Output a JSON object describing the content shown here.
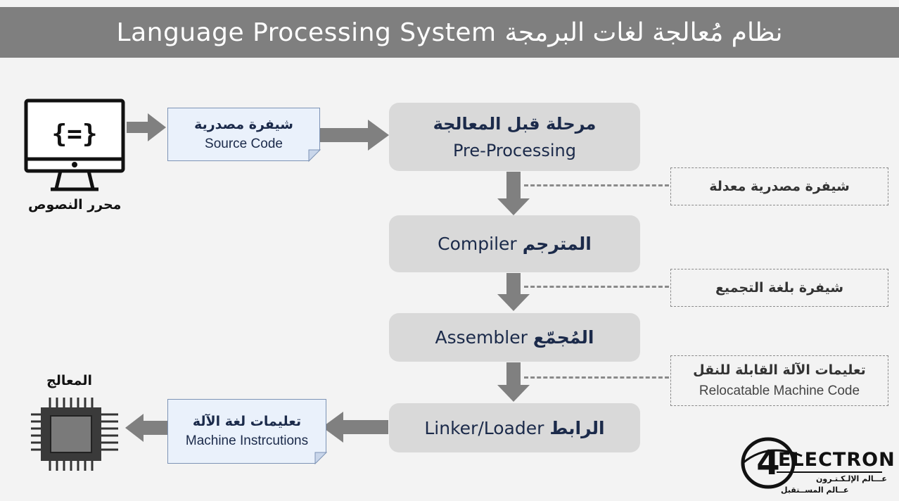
{
  "title": "Language Processing System نظام مُعالجة لغات البرمجة",
  "editor_label": "محرر النصوص",
  "editor_icon_text": "{=}",
  "processor_label": "المعالج",
  "source_note": {
    "ar": "شيفرة مصدرية",
    "en": "Source Code"
  },
  "machine_note": {
    "ar": "تعليمات لغة الآلة",
    "en": "Machine Instrcutions"
  },
  "stages": {
    "preprocessing": {
      "ar": "مرحلة قبل المعالجة",
      "en": "Pre-Processing"
    },
    "compiler": {
      "en": "Compiler",
      "ar": "المترجم"
    },
    "assembler": {
      "en": "Assembler",
      "ar": "المُجمّع"
    },
    "linker": {
      "en": "Linker/Loader",
      "ar": "الرابط"
    }
  },
  "outputs": {
    "modified_source": {
      "ar": "شيفرة مصدرية معدلة"
    },
    "assembly_code": {
      "ar": "شيفرة بلغة التجميع"
    },
    "relocatable": {
      "ar": "تعليمات الآلة القابلة للنقل",
      "en": "Relocatable Machine Code"
    }
  },
  "logo": {
    "digit": "4",
    "brand": "ELECTRON",
    "tagline1": "عـــالم الإلـكـتـرون",
    "tagline2": "عــالم المســتقبل"
  },
  "colors": {
    "title_bar": "#7f7f7f",
    "stage_box": "#d9d9d9",
    "stage_text": "#1b2a4a",
    "note_fill": "#eaf1fb",
    "arrow": "#808080"
  },
  "icons": [
    "monitor-icon",
    "cpu-chip-icon",
    "logo-icon"
  ]
}
